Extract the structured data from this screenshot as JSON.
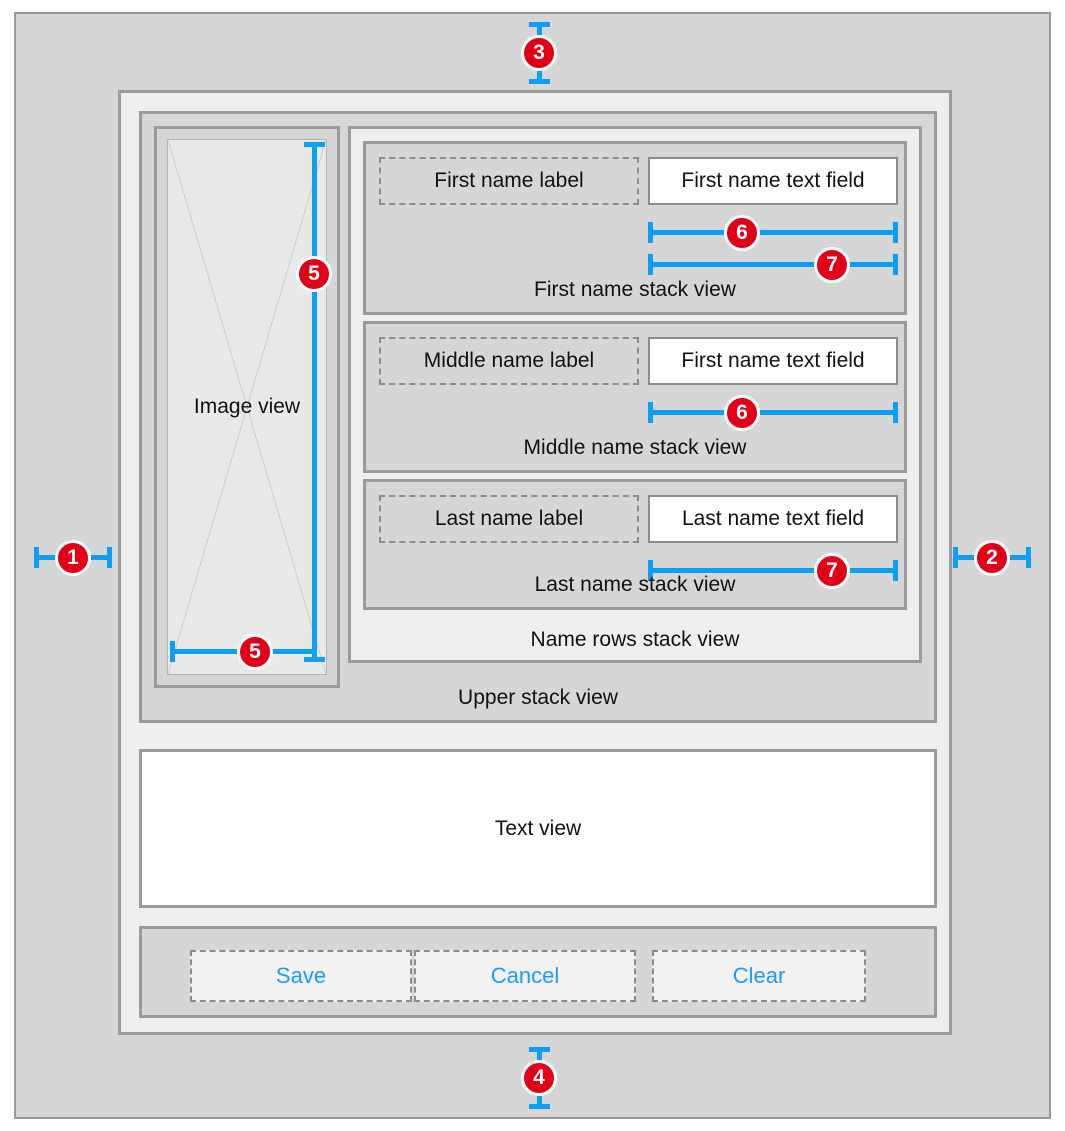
{
  "diagram": {
    "title": "Stack view layout annotation diagram",
    "colors": {
      "dimension_line": "#0d9ef5",
      "badge_fill": "#e30017",
      "badge_text": "#ffffff",
      "button_text": "#1a9bff",
      "container_border": "#9b9b9b",
      "dashed_border": "#8c8c8c",
      "panel_gray": "#d6d6d6",
      "panel_light": "#efefef",
      "image_placeholder": "#e8eaea"
    }
  },
  "markers": {
    "left_edge": "1",
    "right_edge": "2",
    "top_edge": "3",
    "bottom_edge": "4",
    "image_height": "5",
    "image_width": "5",
    "first_row_field_a": "6",
    "first_row_field_b": "7",
    "middle_row_field": "6",
    "last_row_field": "7"
  },
  "upper_stack": {
    "caption": "Upper stack view"
  },
  "image_view": {
    "label": "Image view"
  },
  "name_rows": {
    "caption": "Name rows stack view",
    "rows": [
      {
        "label": "First name label",
        "field": "First name text field",
        "caption": "First name stack view",
        "badges": [
          "6",
          "7"
        ]
      },
      {
        "label": "Middle name label",
        "field": "First name text field",
        "caption": "Middle name stack view",
        "badges": [
          "6"
        ]
      },
      {
        "label": "Last name label",
        "field": "Last name text field",
        "caption": "Last name stack view",
        "badges": [
          "7"
        ]
      }
    ]
  },
  "text_view": {
    "label": "Text view"
  },
  "buttons": [
    {
      "label": "Save"
    },
    {
      "label": "Cancel"
    },
    {
      "label": "Clear"
    }
  ]
}
